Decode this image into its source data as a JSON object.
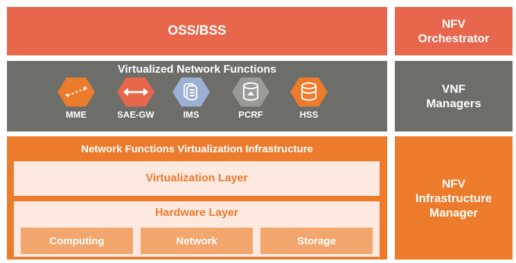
{
  "oss_bss": "OSS/BSS",
  "nfv_orchestrator": {
    "line1": "NFV",
    "line2": "Orchestrator"
  },
  "vnf_managers": {
    "line1": "VNF",
    "line2": "Managers"
  },
  "vnf_block": {
    "title": "Virtualized Network Functions",
    "functions": [
      {
        "label": "MME",
        "icon": "dashed-arrows-icon",
        "color": "#ec7b2c"
      },
      {
        "label": "SAE-GW",
        "icon": "double-arrow-icon",
        "color": "#e8674c"
      },
      {
        "label": "IMS",
        "icon": "stacked-pages-icon",
        "color": "#9bb0d4"
      },
      {
        "label": "PCRF",
        "icon": "database-drive-icon",
        "color": "#9a9b97"
      },
      {
        "label": "HSS",
        "icon": "database-icon",
        "color": "#ec7b2c"
      }
    ]
  },
  "nfvi": {
    "title": "Network Functions Virtualization Infrastructure",
    "virtualization_layer": "Virtualization Layer",
    "hardware_layer": {
      "title": "Hardware Layer",
      "resources": [
        "Computing",
        "Network",
        "Storage"
      ]
    }
  },
  "nfv_infrastructure_manager": {
    "line1": "NFV",
    "line2": "Infrastructure",
    "line3": "Manager"
  },
  "colors": {
    "orange": "#ec7b2c",
    "coral": "#e8674c",
    "gray": "#6d6e6a",
    "light": "#fde9df"
  }
}
